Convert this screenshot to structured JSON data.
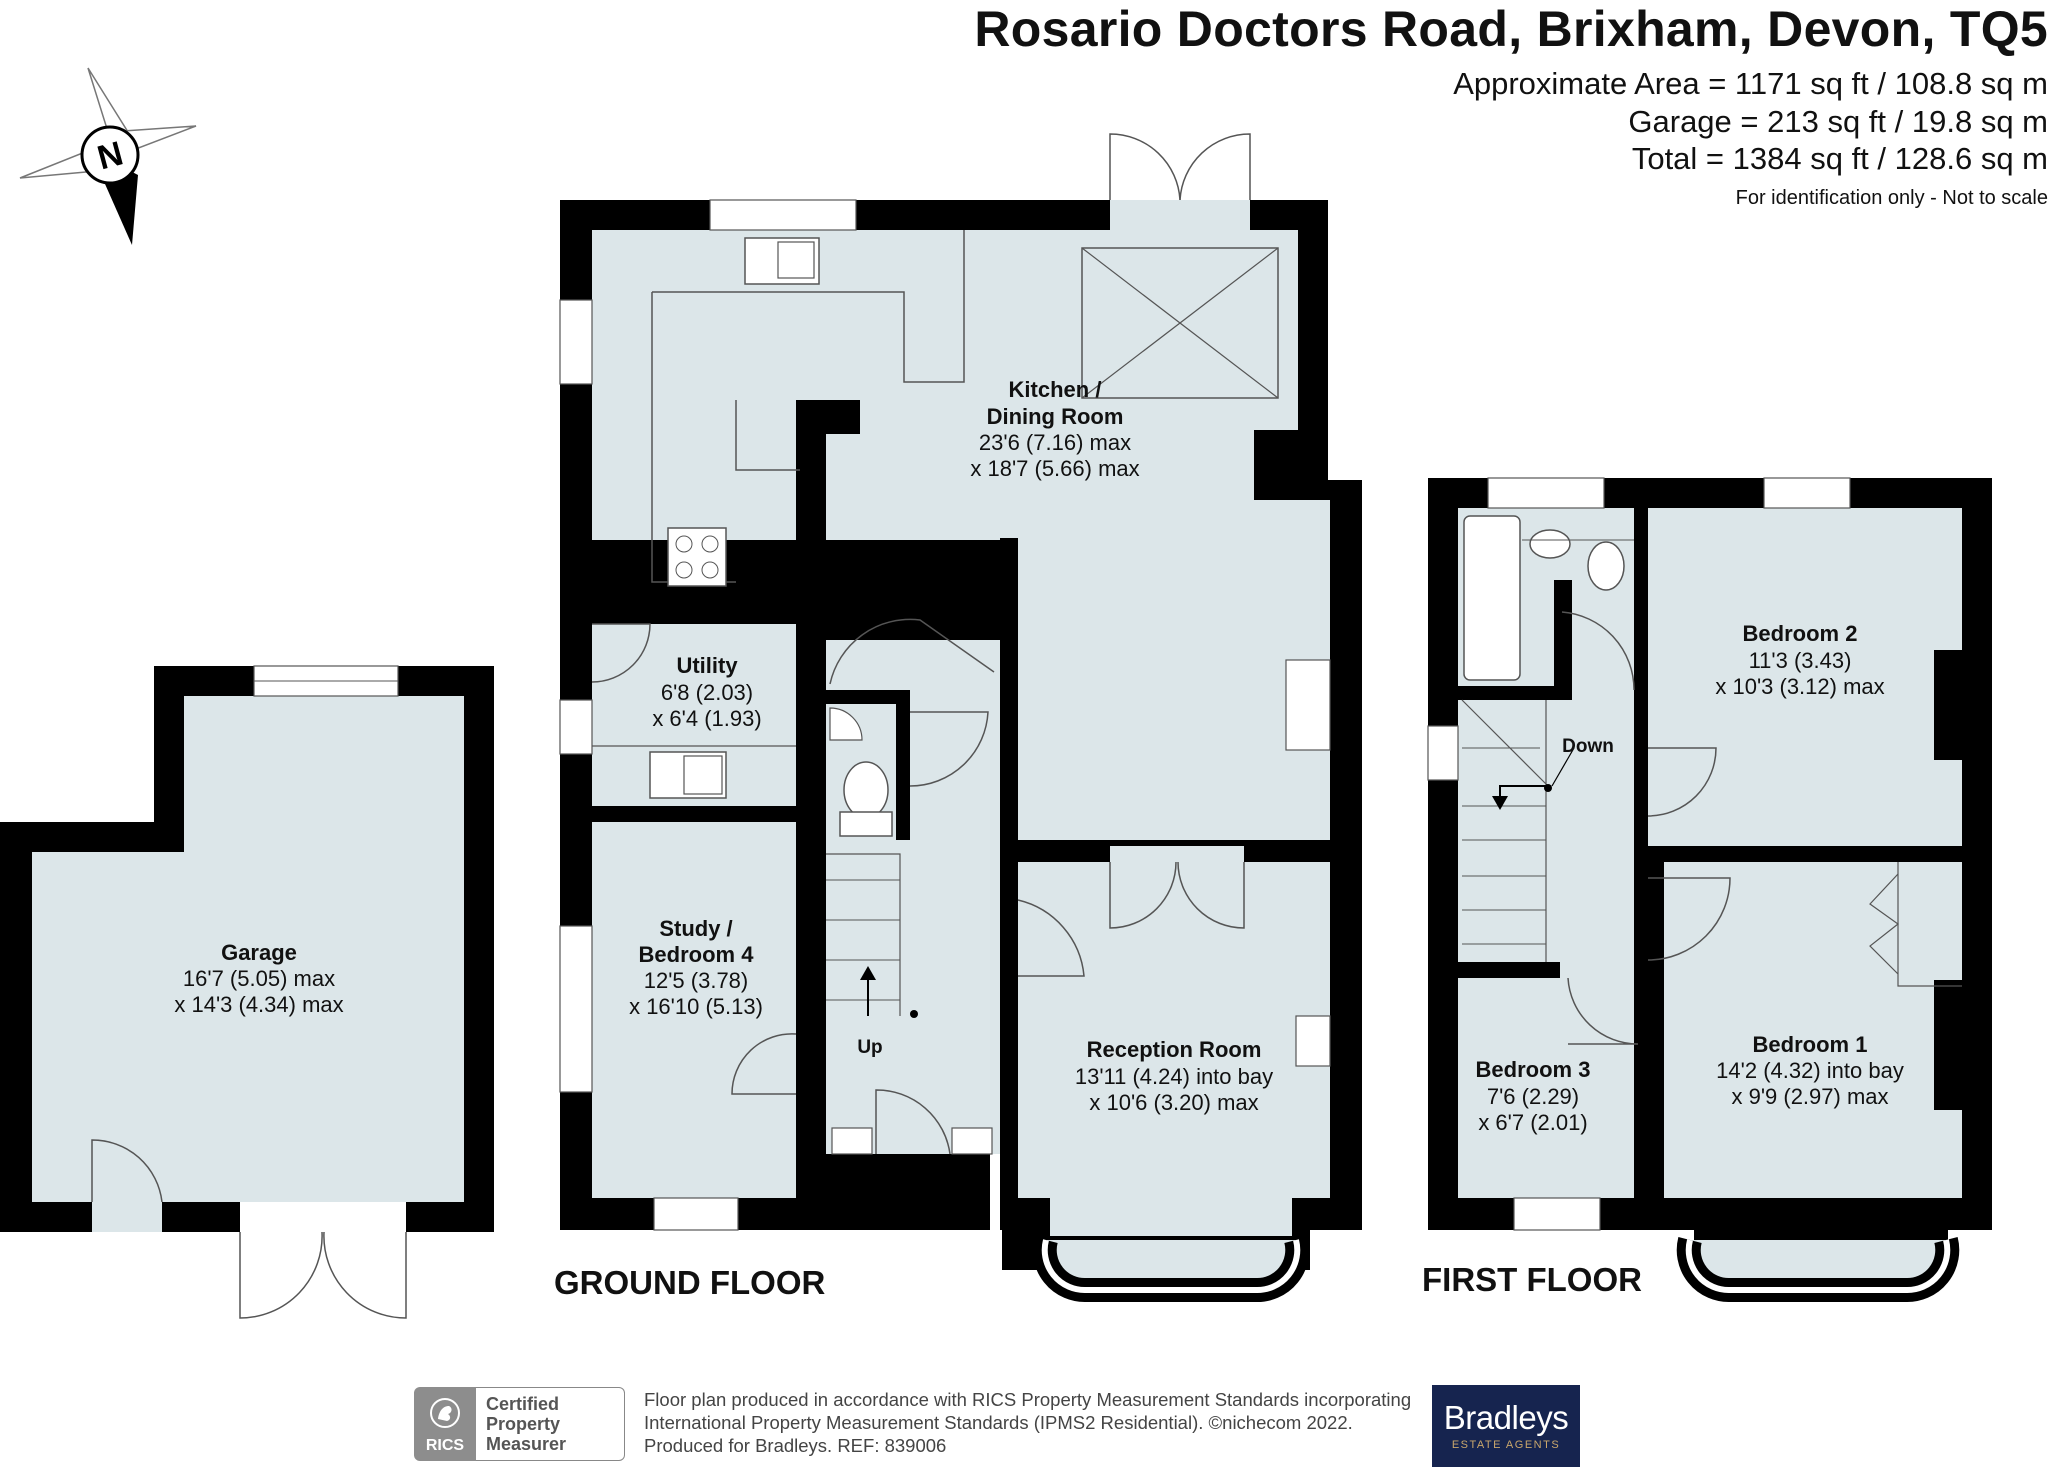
{
  "header": {
    "title": "Rosario Doctors Road, Brixham, Devon, TQ5",
    "area_lines": [
      "Approximate Area = 1171 sq ft / 108.8 sq m",
      "Garage = 213 sq ft / 19.8 sq m",
      "Total = 1384 sq ft / 128.6 sq m"
    ],
    "note": "For identification only - Not to scale"
  },
  "compass": {
    "letter": "N",
    "icon": "compass-rose-icon"
  },
  "floors": {
    "ground": "GROUND FLOOR",
    "first": "FIRST FLOOR"
  },
  "rooms": {
    "kitchen": {
      "name_1": "Kitchen /",
      "name_2": "Dining Room",
      "dim_1": "23'6 (7.16) max",
      "dim_2": "x 18'7 (5.66) max"
    },
    "utility": {
      "name": "Utility",
      "dim_1": "6'8 (2.03)",
      "dim_2": "x 6'4 (1.93)"
    },
    "study": {
      "name_1": "Study /",
      "name_2": "Bedroom 4",
      "dim_1": "12'5 (3.78)",
      "dim_2": "x 16'10 (5.13)"
    },
    "reception": {
      "name": "Reception Room",
      "dim_1": "13'11 (4.24) into bay",
      "dim_2": "x 10'6 (3.20) max"
    },
    "garage": {
      "name": "Garage",
      "dim_1": "16'7 (5.05) max",
      "dim_2": "x 14'3 (4.34) max"
    },
    "bedroom2": {
      "name": "Bedroom 2",
      "dim_1": "11'3 (3.43)",
      "dim_2": "x 10'3 (3.12) max"
    },
    "bedroom1": {
      "name": "Bedroom 1",
      "dim_1": "14'2 (4.32) into bay",
      "dim_2": "x 9'9 (2.97) max"
    },
    "bedroom3": {
      "name": "Bedroom 3",
      "dim_1": "7'6 (2.29)",
      "dim_2": "x 6'7 (2.01)"
    }
  },
  "stairs": {
    "up": "Up",
    "down": "Down"
  },
  "footer": {
    "lines": [
      "Floor plan produced in accordance with RICS Property Measurement Standards incorporating",
      "International Property Measurement Standards (IPMS2 Residential).  ©nichecom 2022.",
      "Produced for Bradleys.   REF:  839006"
    ],
    "rics_badge": {
      "acronym": "RICS",
      "line1": "Certified",
      "line2": "Property",
      "line3": "Measurer"
    },
    "agent_logo": {
      "name": "Bradleys",
      "tagline": "ESTATE AGENTS"
    }
  },
  "colors": {
    "wall": "#000000",
    "floor": "#dce6e9",
    "window": "#ffffff",
    "agent_bg": "#16244f"
  }
}
